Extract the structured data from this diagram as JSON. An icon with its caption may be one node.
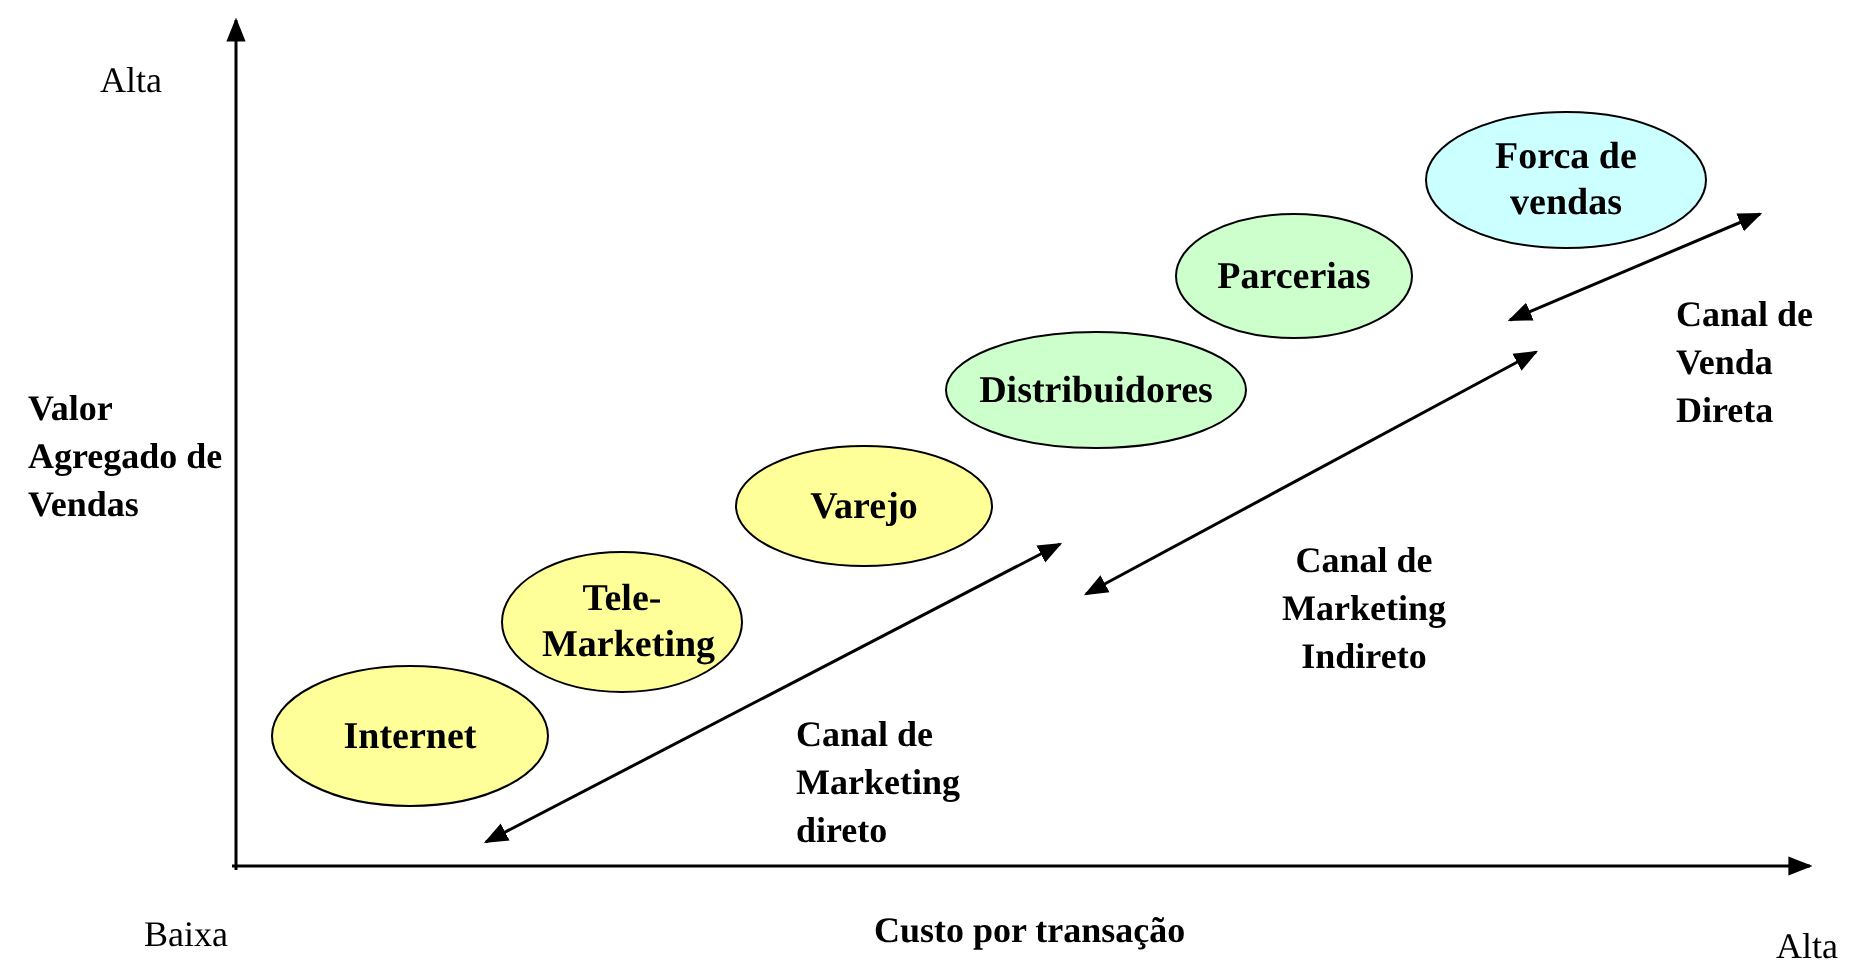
{
  "diagram": {
    "nodes": [
      {
        "text": [
          "Internet"
        ]
      },
      {
        "text": [
          "Tele-Marketing"
        ]
      },
      {
        "text": [
          "Varejo"
        ]
      },
      {
        "text": [
          "Distribuidores"
        ]
      },
      {
        "text": [
          "Parcerias"
        ]
      },
      {
        "text": [
          "Forca de vendas"
        ]
      }
    ],
    "labels": [
      "Alta",
      "Valor Agregado de Vendas",
      "Canal de Venda Direta",
      "Canal de Marketing Indireto",
      "Canal de Marketing direto",
      "Baixa",
      "Custo por transação",
      "Alta"
    ]
  }
}
